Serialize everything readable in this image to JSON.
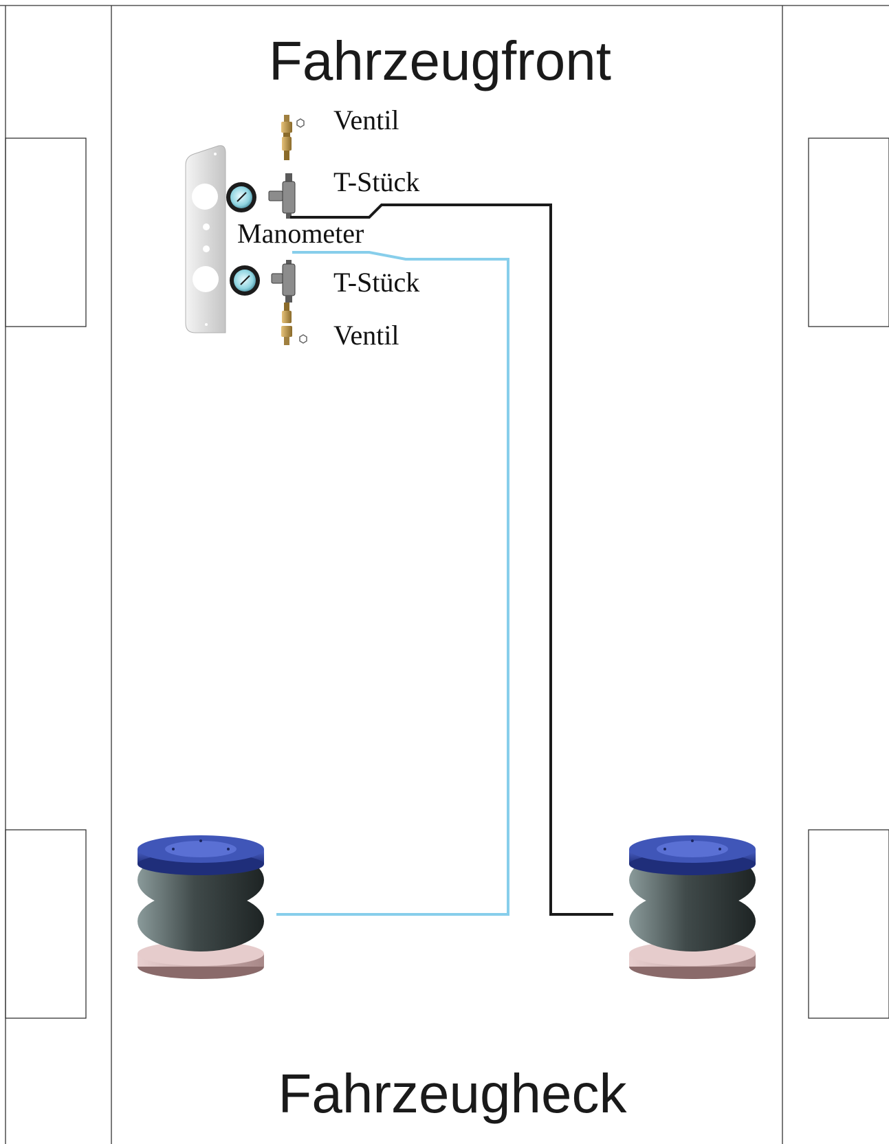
{
  "diagram": {
    "title_top": "Fahrzeugfront",
    "title_bottom": "Fahrzeugheck",
    "labels": {
      "valve_top": "Ventil",
      "tee_top": "T-Stück",
      "gauge": "Manometer",
      "tee_bottom": "T-Stück",
      "valve_bottom": "Ventil"
    },
    "colors": {
      "outline": "#333333",
      "line_black": "#1a1a1a",
      "line_blue": "#87ceeb",
      "bellow_top": "#2b3f9e",
      "bellow_body": "#3a4a4a",
      "bellow_base": "#c9a9a9",
      "brass": "#c8a060",
      "plate": "#dcdcdc"
    }
  }
}
